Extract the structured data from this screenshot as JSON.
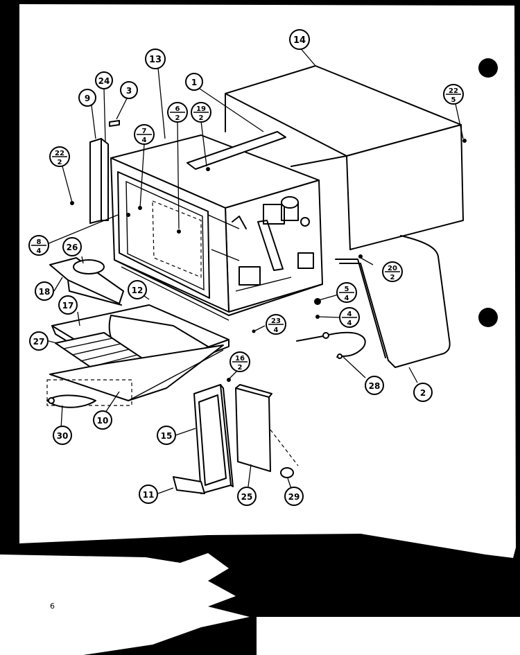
{
  "callouts": [
    {
      "id": "c14",
      "label": "14"
    },
    {
      "id": "c13",
      "label": "13"
    },
    {
      "id": "c24",
      "label": "24"
    },
    {
      "id": "c3",
      "label": "3"
    },
    {
      "id": "c9",
      "label": "9"
    },
    {
      "id": "c1",
      "label": "1"
    },
    {
      "id": "c12",
      "label": "12"
    },
    {
      "id": "c26",
      "label": "26"
    },
    {
      "id": "c18",
      "label": "18"
    },
    {
      "id": "c17",
      "label": "17"
    },
    {
      "id": "c27",
      "label": "27"
    },
    {
      "id": "c10",
      "label": "10"
    },
    {
      "id": "c30",
      "label": "30"
    },
    {
      "id": "c15",
      "label": "15"
    },
    {
      "id": "c11",
      "label": "11"
    },
    {
      "id": "c25",
      "label": "25"
    },
    {
      "id": "c29",
      "label": "29"
    },
    {
      "id": "c28",
      "label": "28"
    },
    {
      "id": "c2",
      "label": "2"
    }
  ],
  "fractions": [
    {
      "id": "f22_2",
      "num": "22",
      "den": "2"
    },
    {
      "id": "f6_2",
      "num": "6",
      "den": "2"
    },
    {
      "id": "f19_2",
      "num": "19",
      "den": "2"
    },
    {
      "id": "f7_4",
      "num": "7",
      "den": "4"
    },
    {
      "id": "f22_5",
      "num": "22",
      "den": "5"
    },
    {
      "id": "f8_4",
      "num": "8",
      "den": "4"
    },
    {
      "id": "f20_2",
      "num": "20",
      "den": "2"
    },
    {
      "id": "f5_4",
      "num": "5",
      "den": "4"
    },
    {
      "id": "f4_4",
      "num": "4",
      "den": "4"
    },
    {
      "id": "f23_4",
      "num": "23",
      "den": "4"
    },
    {
      "id": "f16_2",
      "num": "16",
      "den": "2"
    }
  ],
  "page_number": "6"
}
